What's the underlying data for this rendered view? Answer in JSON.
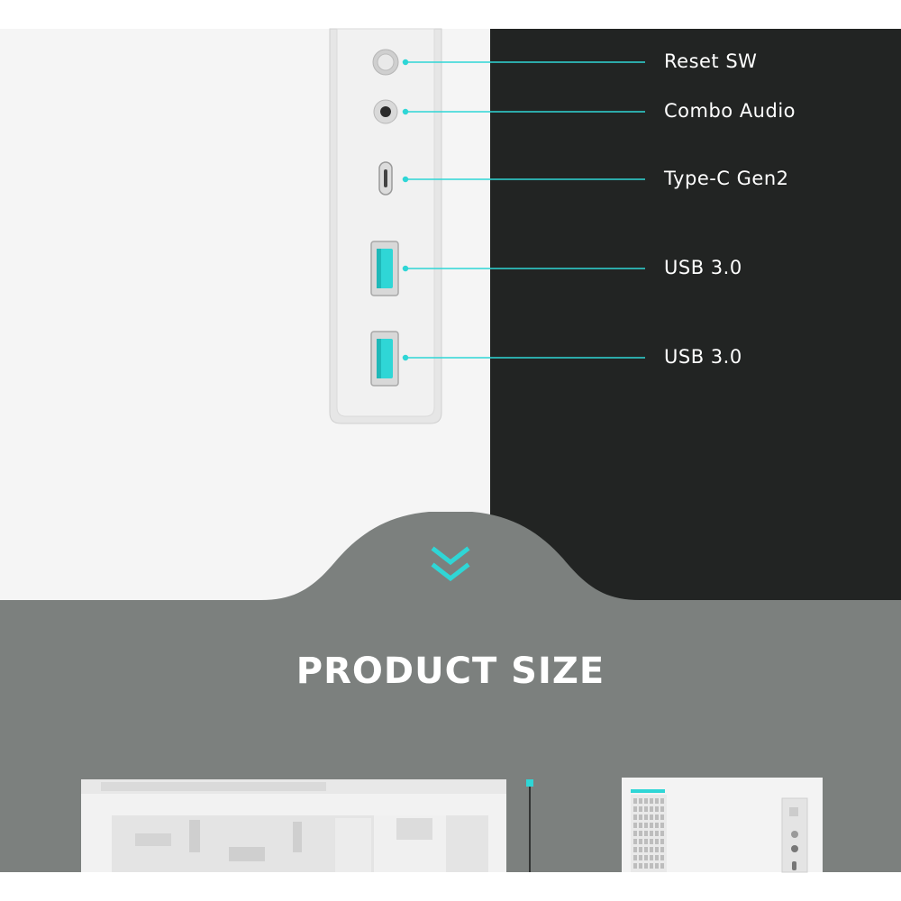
{
  "ports": [
    {
      "label": "Reset SW"
    },
    {
      "label": "Combo Audio"
    },
    {
      "label": "Type-C Gen2"
    },
    {
      "label": "USB 3.0"
    },
    {
      "label": "USB 3.0"
    }
  ],
  "section": {
    "title": "PRODUCT SIZE"
  },
  "colors": {
    "accent": "#2fd6d6",
    "dark_panel": "#222423",
    "gray_band": "#7c807e",
    "case_white": "#f4f4f4"
  }
}
